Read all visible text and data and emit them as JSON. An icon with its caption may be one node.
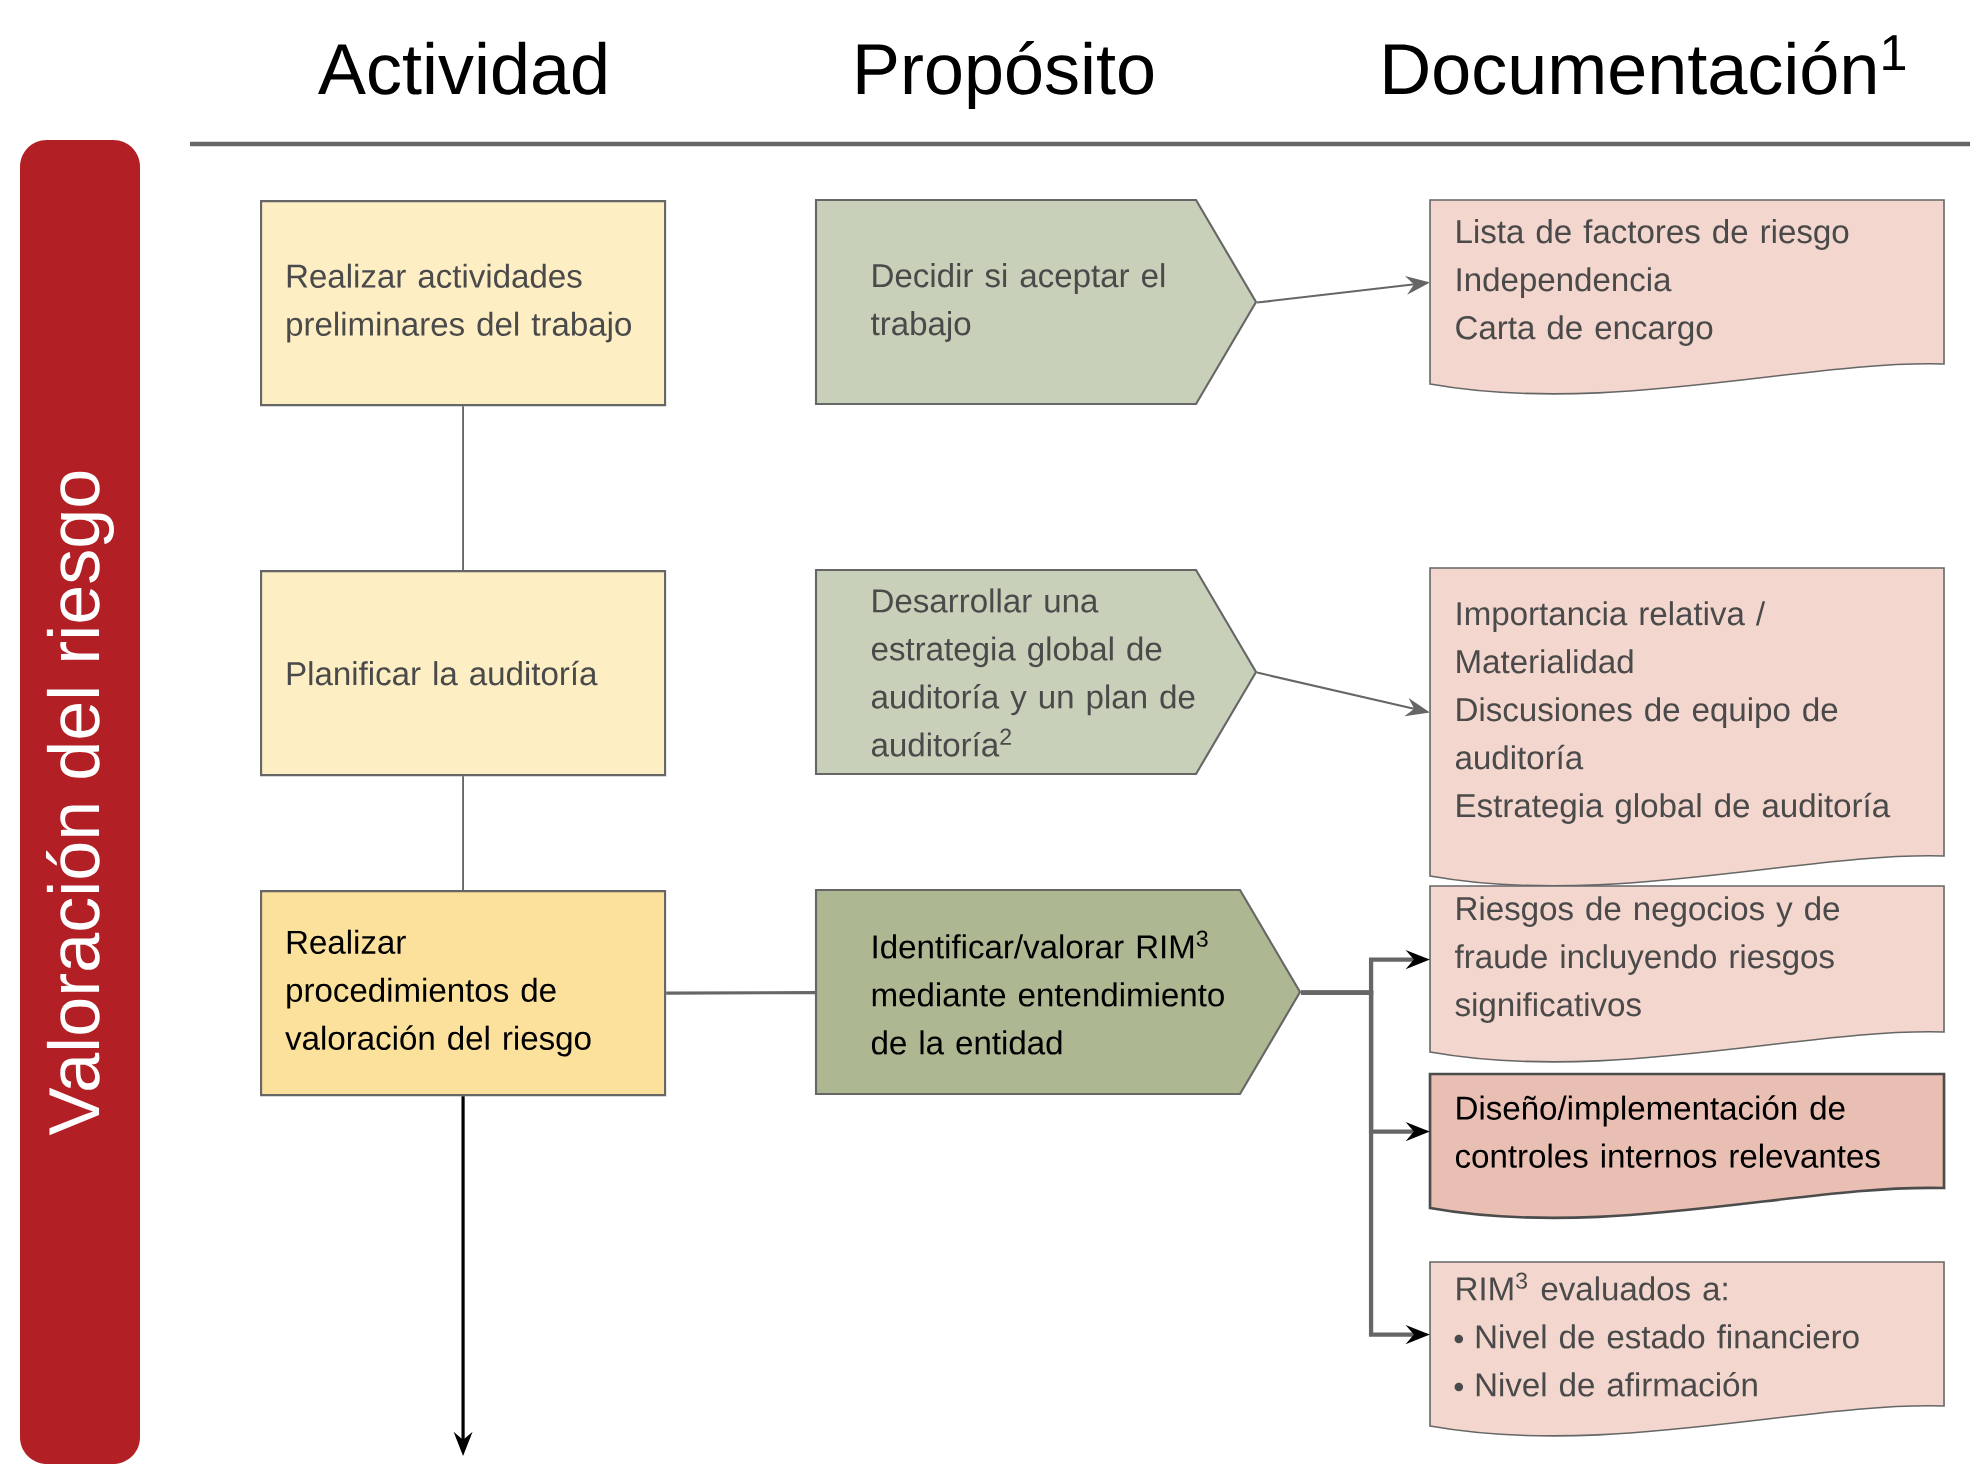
{
  "diagram": {
    "nodes": [
      {
        "text": [
          "Valoración del riesgo"
        ]
      },
      {
        "text": [
          "Realizar actividades preliminares del trabajo"
        ]
      },
      {
        "text": [
          "Decidir si aceptar el trabajo"
        ]
      },
      {
        "text": [
          "Lista de factores de riesgo",
          "Independencia",
          "Carta de encargo"
        ]
      },
      {
        "text": [
          "Planificar la auditoría"
        ]
      },
      {
        "text": [
          "Desarrollar una estrategia global de auditoría y un plan de auditoría$^{2}$"
        ]
      },
      {
        "text": [
          "Importancia relativa / Materialidad",
          "Discusiones de equipo de auditoría",
          "Estrategia global de auditoría"
        ]
      },
      {
        "text": [
          "Realizar procedimientos de valoración del riesgo"
        ]
      },
      {
        "text": [
          "Identificar/valorar RIM$^{3}$ mediante entendimiento de la entidad"
        ]
      },
      {
        "text": [
          "Riesgos de negocios y de fraude incluyendo riesgos significativos"
        ]
      },
      {
        "text": [
          "Diseño/implementación de controles internos relevantes"
        ]
      },
      {
        "text": [
          "RIM$^{3}$ evaluados a:",
          "Nivel de estado financiero",
          "Nivel de afirmación"
        ]
      }
    ],
    "edges": [
      {
        "from": 1,
        "to": 4,
        "arrow": "none"
      },
      {
        "from": 4,
        "to": 7,
        "arrow": "none"
      },
      {
        "from": 7,
        "to": 8,
        "arrow": "none"
      },
      {
        "from": 7,
        "to": null,
        "arrow": "to",
        "color": "#000000"
      },
      {
        "from": 2,
        "to": 3,
        "arrow": "to"
      },
      {
        "from": 5,
        "to": 6,
        "arrow": "to"
      },
      {
        "from": 8,
        "to": 9,
        "arrow": "to"
      },
      {
        "from": 8,
        "to": 10,
        "arrow": "to"
      },
      {
        "from": 8,
        "to": 11,
        "arrow": "to"
      }
    ],
    "labels": [
      "Actividad",
      "Propósito",
      "Documentación$^{1}$"
    ]
  }
}
